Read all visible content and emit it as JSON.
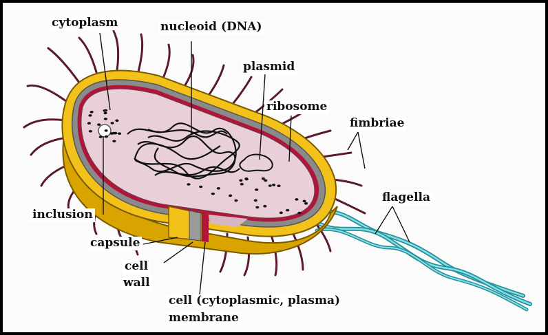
{
  "diagram": {
    "labels": {
      "cytoplasm": "cytoplasm",
      "nucleoid": "nucleoid (DNA)",
      "plasmid": "plasmid",
      "ribosome": "ribosome",
      "fimbriae": "fimbriae",
      "flagella": "flagella",
      "inclusion": "inclusion",
      "capsule": "capsule",
      "cell_wall_line1": "cell",
      "cell_wall_line2": "wall",
      "membrane_line1": "cell (cytoplasmic, plasma)",
      "membrane_line2": "membrane"
    },
    "colors": {
      "capsule": "#f2c21a",
      "capsule_dark": "#d9a400",
      "cell_wall": "#8a8a8a",
      "membrane": "#b0163a",
      "cytoplasm": "#e8cfd8",
      "fimbriae": "#5a1a2a",
      "flagella": "#3fb6c0",
      "dna": "#111111"
    }
  }
}
